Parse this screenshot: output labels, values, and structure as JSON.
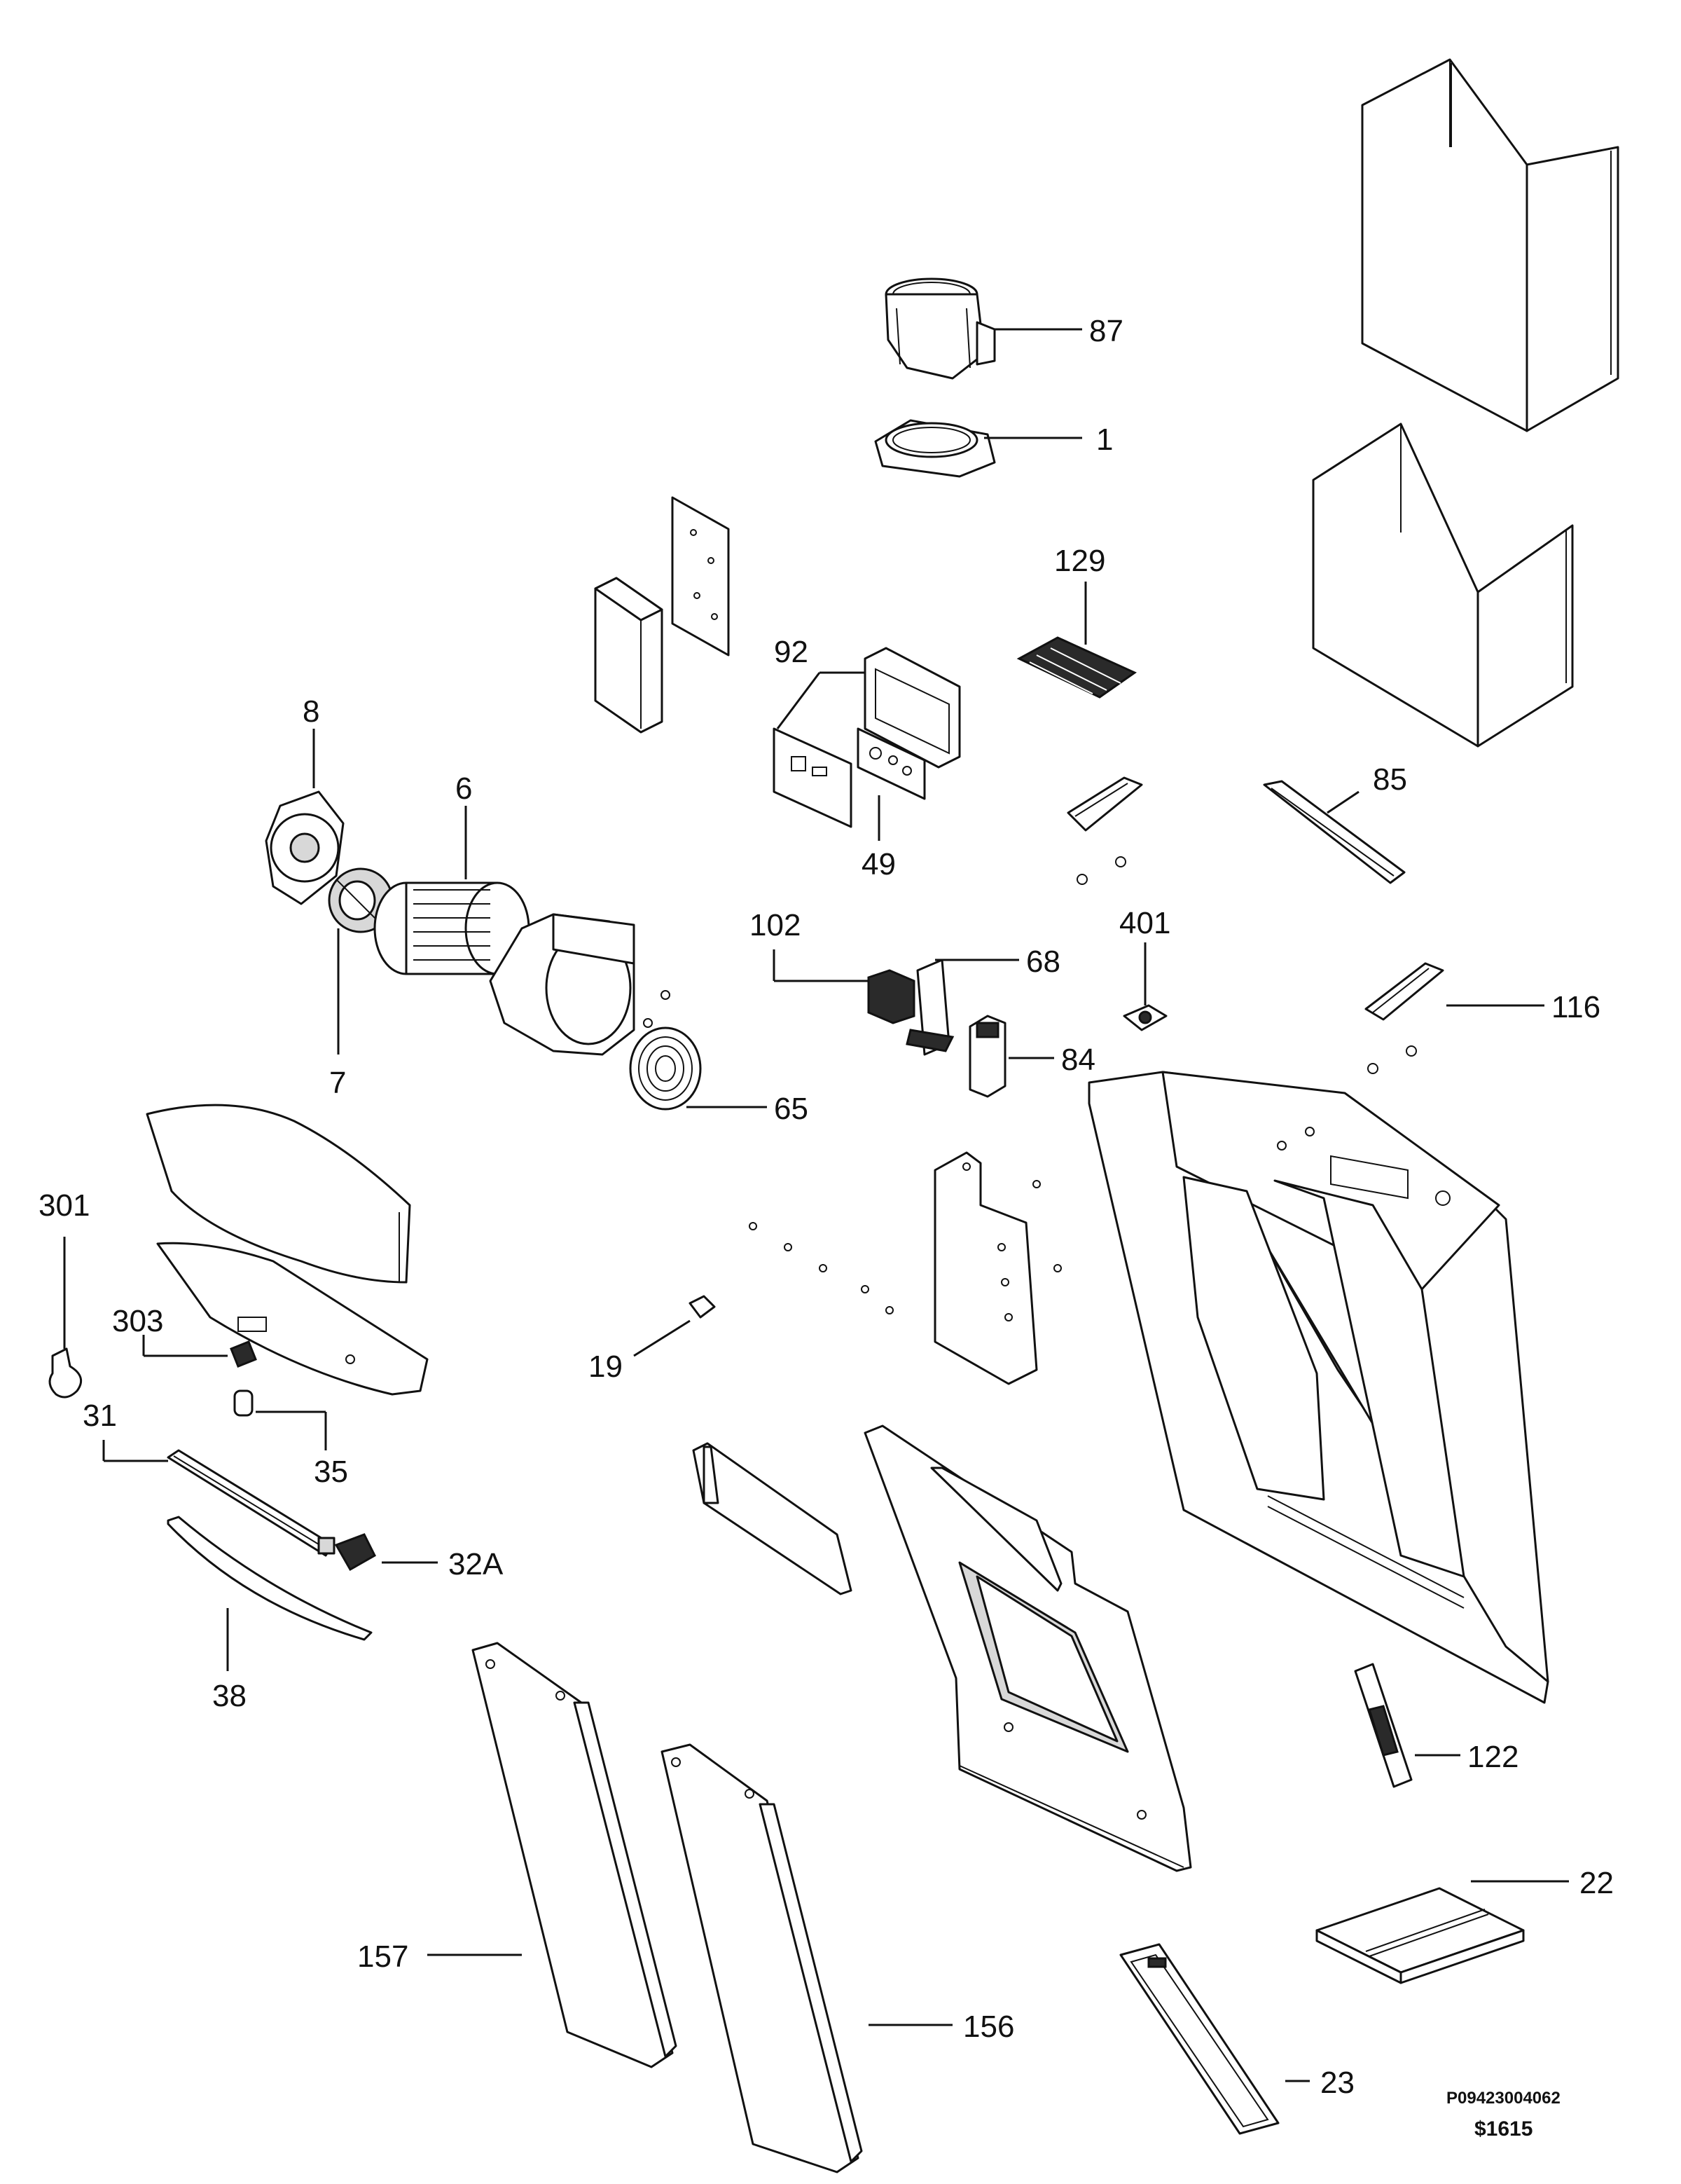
{
  "diagram": {
    "labels": {
      "p87": "87",
      "p1": "1",
      "p129": "129",
      "p92": "92",
      "p8": "8",
      "p6": "6",
      "p49": "49",
      "p85": "85",
      "p7": "7",
      "p102": "102",
      "p68": "68",
      "p401": "401",
      "p116": "116",
      "p84": "84",
      "p65": "65",
      "p301": "301",
      "p303": "303",
      "p19": "19",
      "p31": "31",
      "p35": "35",
      "p32A": "32A",
      "p38": "38",
      "p122": "122",
      "p22": "22",
      "p157": "157",
      "p156": "156",
      "p23": "23"
    },
    "drawing_code": "P09423004062",
    "revision": "$1615"
  }
}
